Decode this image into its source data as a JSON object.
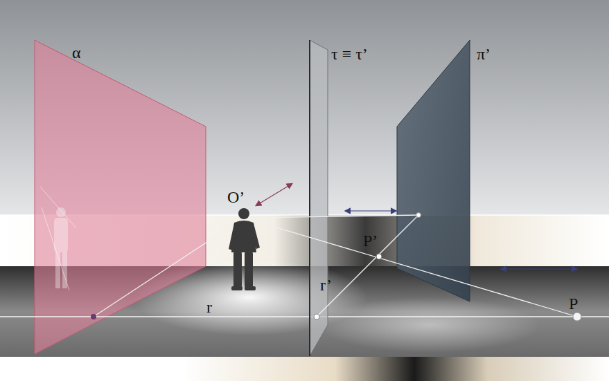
{
  "diagram": {
    "labels": [
      "α",
      "τ ≡ τ’",
      "π’",
      "O’",
      "P’",
      "r’",
      "r",
      "P"
    ]
  }
}
